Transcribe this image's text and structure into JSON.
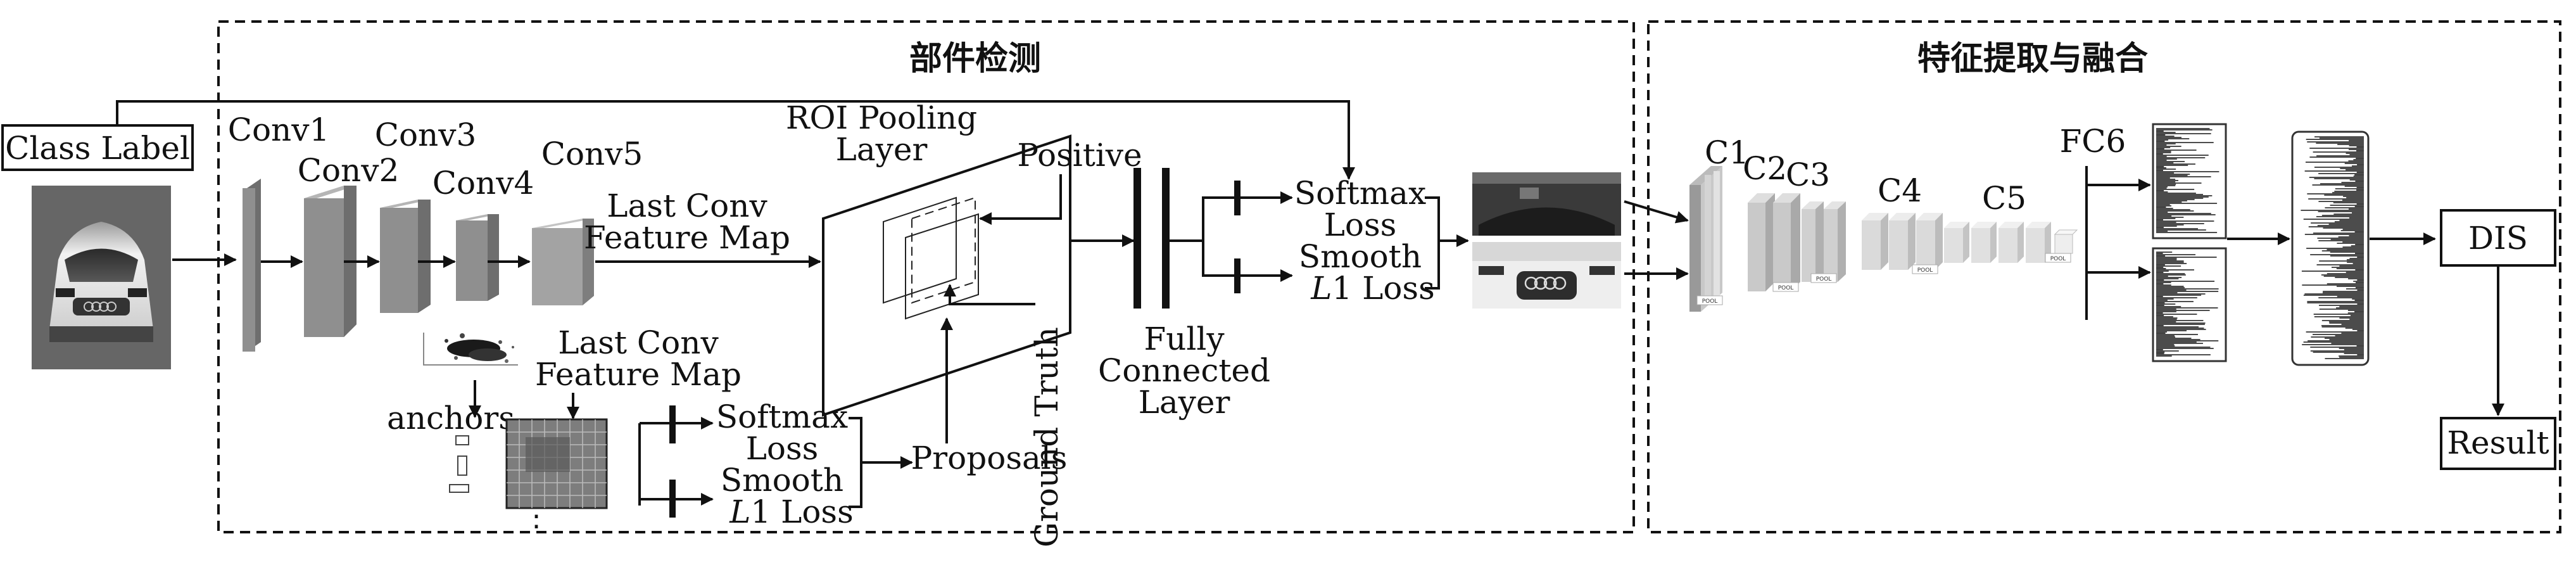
{
  "panels": {
    "part_detection": "部件检测",
    "feature_fusion": "特征提取与融合"
  },
  "inputs": {
    "class_label": "Class Label"
  },
  "backbone": {
    "conv1": "Conv1",
    "conv2": "Conv2",
    "conv3": "Conv3",
    "conv4": "Conv4",
    "conv5": "Conv5"
  },
  "feature_map": {
    "top_line1": "Last Conv",
    "top_line2": "Feature Map",
    "rpn_line1": "Last Conv",
    "rpn_line2": "Feature Map"
  },
  "roi": {
    "line1": "ROI Pooling",
    "line2": "Layer",
    "positive": "Positive",
    "ground_truth": "Ground Truth"
  },
  "rpn": {
    "anchors": "anchors",
    "softmax1": "Softmax",
    "softmax2": "Loss",
    "smooth1": "Smooth",
    "smooth2_italic": "L",
    "smooth2_rest": "1 Loss",
    "proposals": "Proposals"
  },
  "fc": {
    "line1": "Fully",
    "line2": "Connected",
    "line3": "Layer"
  },
  "heads": {
    "softmax1": "Softmax",
    "softmax2": "Loss",
    "smooth1": "Smooth",
    "smooth2_italic": "L",
    "smooth2_rest": "1 Loss"
  },
  "fusion": {
    "c1": "C1",
    "c2": "C2",
    "c3": "C3",
    "c4": "C4",
    "c5": "C5",
    "fc6": "FC6",
    "pool_tag": "POOL"
  },
  "output": {
    "dis": "DIS",
    "result": "Result"
  },
  "colors": {
    "conv_front": "#8f8f8f",
    "conv_side": "#6e6e6e",
    "conv_top": "#b5b5b5"
  }
}
